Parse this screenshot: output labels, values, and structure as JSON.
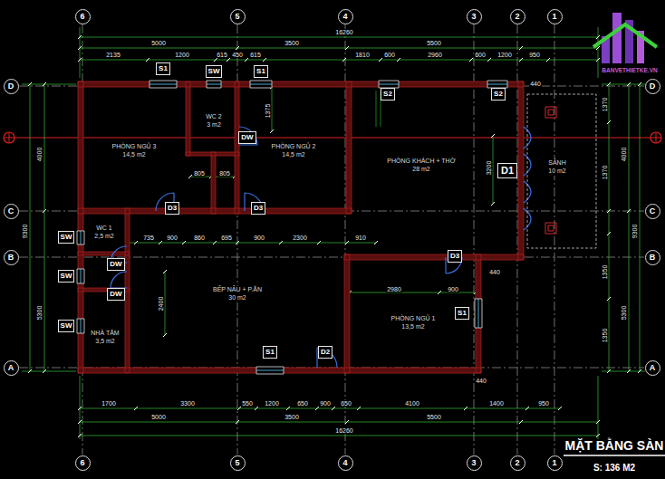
{
  "diagram": {
    "title": "MẶT BẰNG SÀN",
    "caption": "S: 136 M2",
    "nodes": [
      {
        "text": [
          "6"
        ]
      },
      {
        "text": [
          "5"
        ]
      },
      {
        "text": [
          "4"
        ]
      },
      {
        "text": [
          "3"
        ]
      },
      {
        "text": [
          "2"
        ]
      },
      {
        "text": [
          "1"
        ]
      },
      {
        "text": [
          "D"
        ]
      },
      {
        "text": [
          "D"
        ]
      },
      {
        "text": [
          "S1"
        ]
      },
      {
        "text": [
          "SW"
        ]
      },
      {
        "text": [
          "S1"
        ]
      },
      {
        "text": [
          "PHÒNG NGỦ 3",
          "14,5 m2"
        ]
      },
      {
        "text": [
          "WC 2",
          "3 m2"
        ]
      },
      {
        "text": [
          "PHÒNG NGỦ 2",
          "14,5 m2"
        ]
      },
      {
        "text": [
          "PHÒNG KHÁCH + THỜ",
          "28 m2"
        ]
      },
      {
        "text": [
          "S2"
        ],
        "in": 14
      },
      {
        "text": [
          "S2"
        ],
        "in": 14
      },
      {
        "text": [
          "DW"
        ],
        "in": 13
      },
      {
        "text": [
          "D1"
        ],
        "in": 14
      },
      {
        "text": [
          "SẢNH",
          "10 m2"
        ]
      },
      {
        "text": [
          "D3"
        ]
      },
      {
        "text": [
          "D3"
        ]
      },
      {
        "text": [
          "C"
        ]
      },
      {
        "text": [
          "C"
        ]
      },
      {
        "text": [
          "WC 1",
          "2,5 m2"
        ]
      },
      {
        "text": [
          "SW"
        ]
      },
      {
        "text": [
          "B"
        ]
      },
      {
        "text": [
          "B"
        ]
      },
      {
        "text": [
          "D3"
        ]
      },
      {
        "text": [
          "DW"
        ]
      },
      {
        "text": [
          "SW"
        ]
      },
      {
        "text": [
          "BẾP NẤU + P.ĂN",
          "30 m2"
        ]
      },
      {
        "text": [
          "PHÒNG NGỦ 1",
          "13,5 m2"
        ]
      },
      {
        "text": [
          "S1"
        ],
        "in": 32
      },
      {
        "text": [
          "DW"
        ]
      },
      {
        "text": [
          "NHÀ TẮM",
          "3,5 m2"
        ]
      },
      {
        "text": [
          "SW"
        ]
      },
      {
        "text": [
          "S1"
        ],
        "in": 31
      },
      {
        "text": [
          "D2"
        ],
        "in": 31
      },
      {
        "text": [
          "A"
        ]
      },
      {
        "text": [
          "A"
        ]
      },
      {
        "text": [
          "6"
        ]
      },
      {
        "text": [
          "5"
        ]
      },
      {
        "text": [
          "4"
        ]
      },
      {
        "text": [
          "3"
        ]
      },
      {
        "text": [
          "2"
        ]
      },
      {
        "text": [
          "1"
        ]
      }
    ],
    "labels": [
      "16260",
      "5000",
      "3500",
      "5500",
      "2135",
      "1200",
      "615",
      "450",
      "615",
      "1810",
      "600",
      "2960",
      "600",
      "1200",
      "950",
      "BANVETHIETKE.VN",
      "440",
      "1375",
      "4000",
      "4000",
      "1370",
      "1370",
      "3200",
      "805",
      "805",
      "9300",
      "9300",
      "735",
      "900",
      "860",
      "695",
      "900",
      "2300",
      "910",
      "440",
      "1350",
      "2980",
      "900",
      "2400",
      "5300",
      "5300",
      "1350",
      "440",
      "1700",
      "3300",
      "550",
      "1200",
      "650",
      "900",
      "650",
      "4100",
      "1400",
      "950",
      "5000",
      "3500",
      "5500",
      "16260"
    ]
  }
}
